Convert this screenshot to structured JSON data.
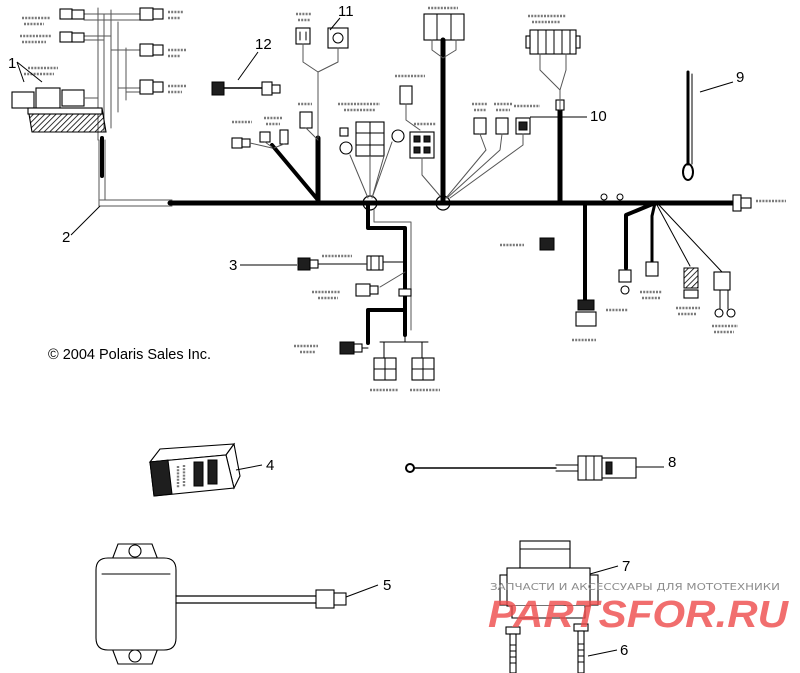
{
  "diagram": {
    "copyright": "© 2004 Polaris Sales Inc.",
    "callouts": [
      "1",
      "2",
      "3",
      "4",
      "5",
      "6",
      "7",
      "8",
      "9",
      "10",
      "11",
      "12"
    ]
  },
  "watermark": {
    "tagline": "ЗАПЧАСТИ И АКСЕССУАРЫ ДЛЯ МОТОТЕХНИКИ",
    "logo": "PARTSFOR.RU"
  },
  "colors": {
    "ink": "#000000",
    "wire_gray": "#555555",
    "watermark_red": "#ee4a4a",
    "watermark_gray": "#8c8c8c"
  }
}
